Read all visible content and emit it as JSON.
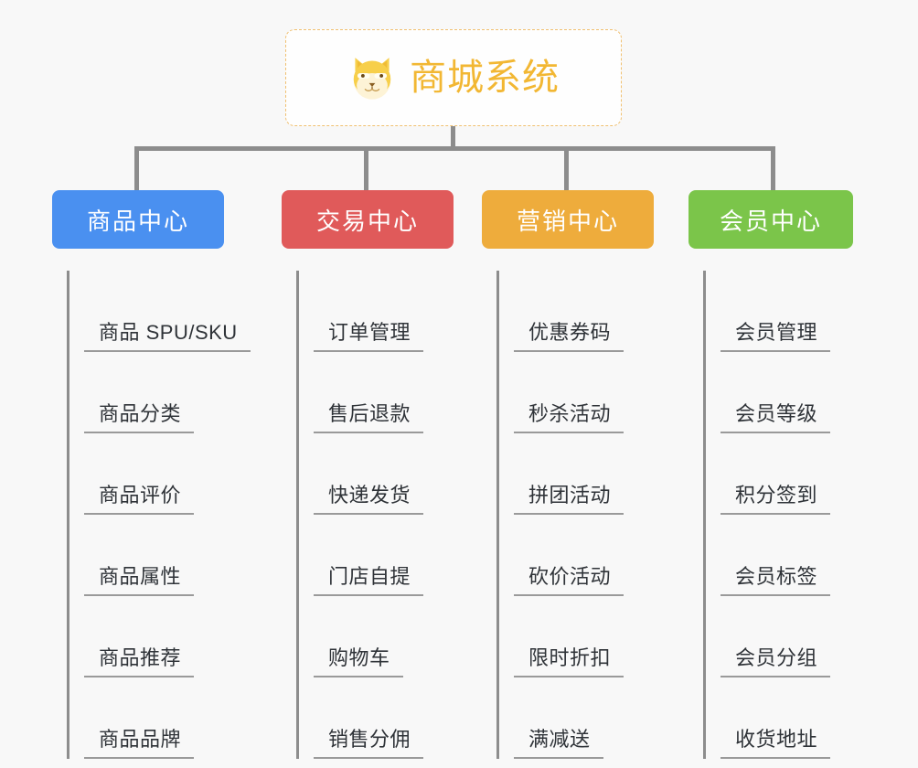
{
  "page": {
    "background_color": "#f8f8f8",
    "diagram_type": "mind-map-tree"
  },
  "root": {
    "title": "商城系统",
    "icon": "shiba-dog-face-icon",
    "text_color": "#f2b733",
    "border_color": "#f0c070",
    "fill_color": "#fefefe"
  },
  "connector": {
    "color": "#8d8d8d"
  },
  "categories": [
    {
      "label": "商品中心",
      "color": "#4a90f0",
      "items": [
        "商品 SPU/SKU",
        "商品分类",
        "商品评价",
        "商品属性",
        "商品推荐",
        "商品品牌"
      ]
    },
    {
      "label": "交易中心",
      "color": "#e05a5a",
      "items": [
        "订单管理",
        "售后退款",
        "快递发货",
        "门店自提",
        "购物车",
        "销售分佣"
      ]
    },
    {
      "label": "营销中心",
      "color": "#eeac3c",
      "items": [
        "优惠券码",
        "秒杀活动",
        "拼团活动",
        "砍价活动",
        "限时折扣",
        "满减送"
      ]
    },
    {
      "label": "会员中心",
      "color": "#7bc54a",
      "items": [
        "会员管理",
        "会员等级",
        "积分签到",
        "会员标签",
        "会员分组",
        "收货地址"
      ]
    }
  ]
}
